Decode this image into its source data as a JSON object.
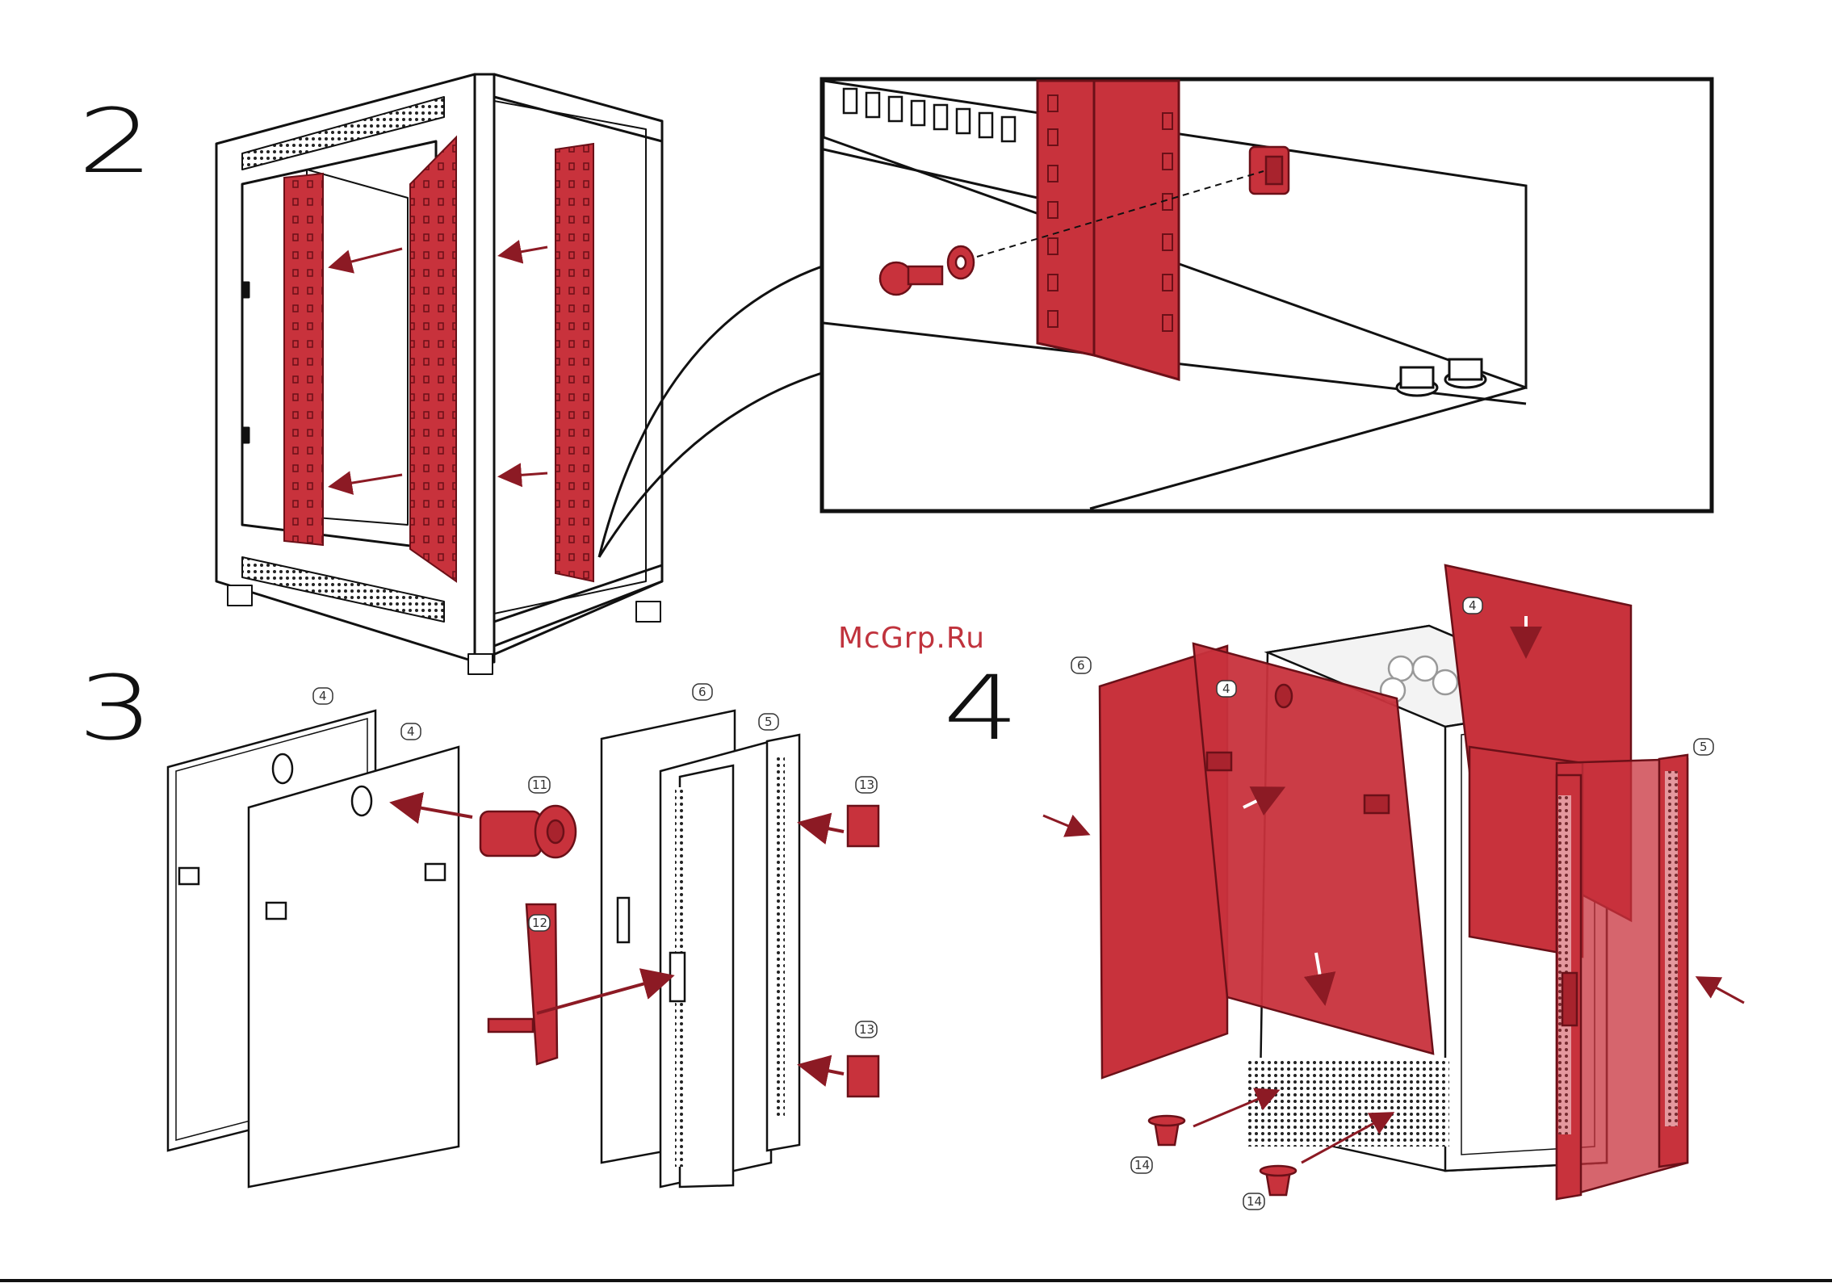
{
  "steps": {
    "step2": "2",
    "step3": "3",
    "step4": "4"
  },
  "watermark": "McGrp.Ru",
  "part_labels": {
    "s3_side_panel_back": "4",
    "s3_side_panel_front": "4",
    "s3_lock": "11",
    "s3_handle": "12",
    "s3_door_frame": "6",
    "s3_door_glass": "5",
    "s3_hinge_top": "13",
    "s3_hinge_bottom": "13",
    "s4_side_panel_left": "6",
    "s4_side_panel_mid": "4",
    "s4_top_panel": "4",
    "s4_front_door": "5",
    "s4_foot_left": "14",
    "s4_foot_right": "14"
  },
  "colors": {
    "accent_red": "#c8323c",
    "accent_red_dark": "#8c1a24",
    "line": "#111111"
  }
}
